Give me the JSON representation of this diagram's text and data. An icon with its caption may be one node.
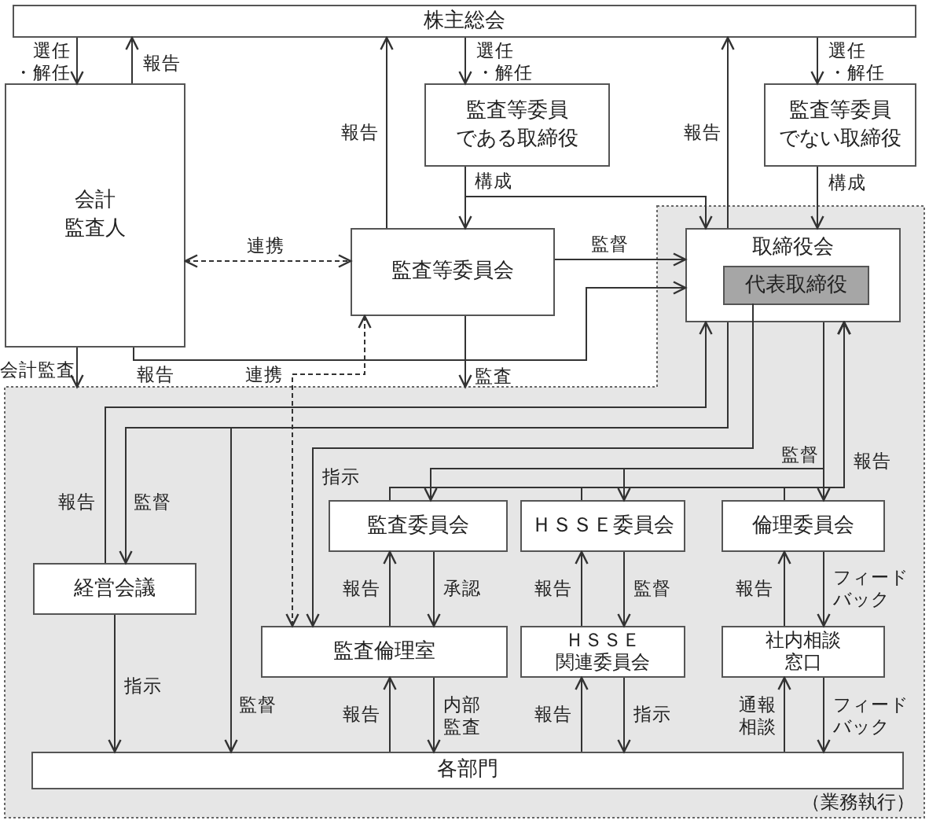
{
  "diagram": {
    "nodes": [
      {
        "text": [
          "株主総会"
        ]
      },
      {
        "text": [
          "会計監査人"
        ]
      },
      {
        "text": [
          "監査等委員である取締役"
        ]
      },
      {
        "text": [
          "監査等委員でない取締役"
        ]
      },
      {
        "text": [
          "監査等委員会"
        ]
      },
      {
        "text": [
          "（業務執行）"
        ]
      },
      {
        "text": [
          "取締役会"
        ],
        "in": 5
      },
      {
        "text": [
          "代表取締役"
        ],
        "in": 6
      },
      {
        "text": [
          "経営会議"
        ],
        "in": 5
      },
      {
        "text": [
          "監査委員会"
        ],
        "in": 5
      },
      {
        "text": [
          "ＨＳＳＥ委員会"
        ],
        "in": 5
      },
      {
        "text": [
          "倫理委員会"
        ],
        "in": 5
      },
      {
        "text": [
          "監査倫理室"
        ],
        "in": 5
      },
      {
        "text": [
          "ＨＳＳＥ関連委員会"
        ],
        "in": 5
      },
      {
        "text": [
          "社内相談窓口"
        ],
        "in": 5
      },
      {
        "text": [
          "各部門"
        ],
        "in": 5
      }
    ],
    "edges": [
      {
        "from": 0,
        "to": 1,
        "arrow": "to",
        "label": "選任・解任"
      },
      {
        "from": 1,
        "to": 0,
        "arrow": "to",
        "label": "報告"
      },
      {
        "from": 4,
        "to": 0,
        "arrow": "to",
        "label": "報告"
      },
      {
        "from": 0,
        "to": 2,
        "arrow": "to",
        "label": "選任・解任"
      },
      {
        "from": 6,
        "to": 0,
        "arrow": "to",
        "label": "報告"
      },
      {
        "from": 0,
        "to": 3,
        "arrow": "to",
        "label": "選任・解任"
      },
      {
        "from": 2,
        "to": 4,
        "arrow": "to",
        "label": "構成"
      },
      {
        "from": 2,
        "to": 6,
        "arrow": "to"
      },
      {
        "from": 3,
        "to": 6,
        "arrow": "to",
        "label": "構成"
      },
      {
        "from": 1,
        "to": 4,
        "arrow": "both",
        "label": "連携",
        "style": "dashed"
      },
      {
        "from": 4,
        "to": 6,
        "arrow": "to",
        "label": "監督"
      },
      {
        "from": 1,
        "to": 6,
        "arrow": "to",
        "label": "報告"
      },
      {
        "from": 1,
        "to": 5,
        "arrow": "to",
        "label": "会計監査"
      },
      {
        "from": 4,
        "to": 5,
        "arrow": "to",
        "label": "監査"
      },
      {
        "from": 4,
        "to": 12,
        "arrow": "both",
        "label": "連携",
        "style": "dashed"
      },
      {
        "from": 8,
        "to": 6,
        "arrow": "to",
        "label": "報告"
      },
      {
        "from": 6,
        "to": 8,
        "arrow": "to",
        "label": "監督"
      },
      {
        "from": 6,
        "to": 15,
        "arrow": "to",
        "label": "監督"
      },
      {
        "from": 7,
        "to": 12,
        "arrow": "to",
        "label": "指示"
      },
      {
        "from": 6,
        "to": 9,
        "arrow": "to"
      },
      {
        "from": 6,
        "to": 10,
        "arrow": "to"
      },
      {
        "from": 6,
        "to": 11,
        "arrow": "to",
        "label": "監督"
      },
      {
        "from": 9,
        "to": 6,
        "arrow": "to"
      },
      {
        "from": 10,
        "to": 6,
        "arrow": "to"
      },
      {
        "from": 11,
        "to": 6,
        "arrow": "to",
        "label": "報告"
      },
      {
        "from": 12,
        "to": 9,
        "arrow": "to",
        "label": "報告"
      },
      {
        "from": 9,
        "to": 12,
        "arrow": "to",
        "label": "承認"
      },
      {
        "from": 13,
        "to": 10,
        "arrow": "to",
        "label": "報告"
      },
      {
        "from": 10,
        "to": 13,
        "arrow": "to",
        "label": "監督"
      },
      {
        "from": 14,
        "to": 11,
        "arrow": "to",
        "label": "報告"
      },
      {
        "from": 11,
        "to": 14,
        "arrow": "to",
        "label": "フィードバック"
      },
      {
        "from": 8,
        "to": 15,
        "arrow": "to",
        "label": "指示"
      },
      {
        "from": 15,
        "to": 12,
        "arrow": "to",
        "label": "報告"
      },
      {
        "from": 12,
        "to": 15,
        "arrow": "to",
        "label": "内部監査"
      },
      {
        "from": 15,
        "to": 13,
        "arrow": "to",
        "label": "報告"
      },
      {
        "from": 13,
        "to": 15,
        "arrow": "to",
        "label": "指示"
      },
      {
        "from": 15,
        "to": 14,
        "arrow": "to",
        "label": "通報相談"
      },
      {
        "from": 14,
        "to": 15,
        "arrow": "to",
        "label": "フィードバック"
      }
    ]
  }
}
